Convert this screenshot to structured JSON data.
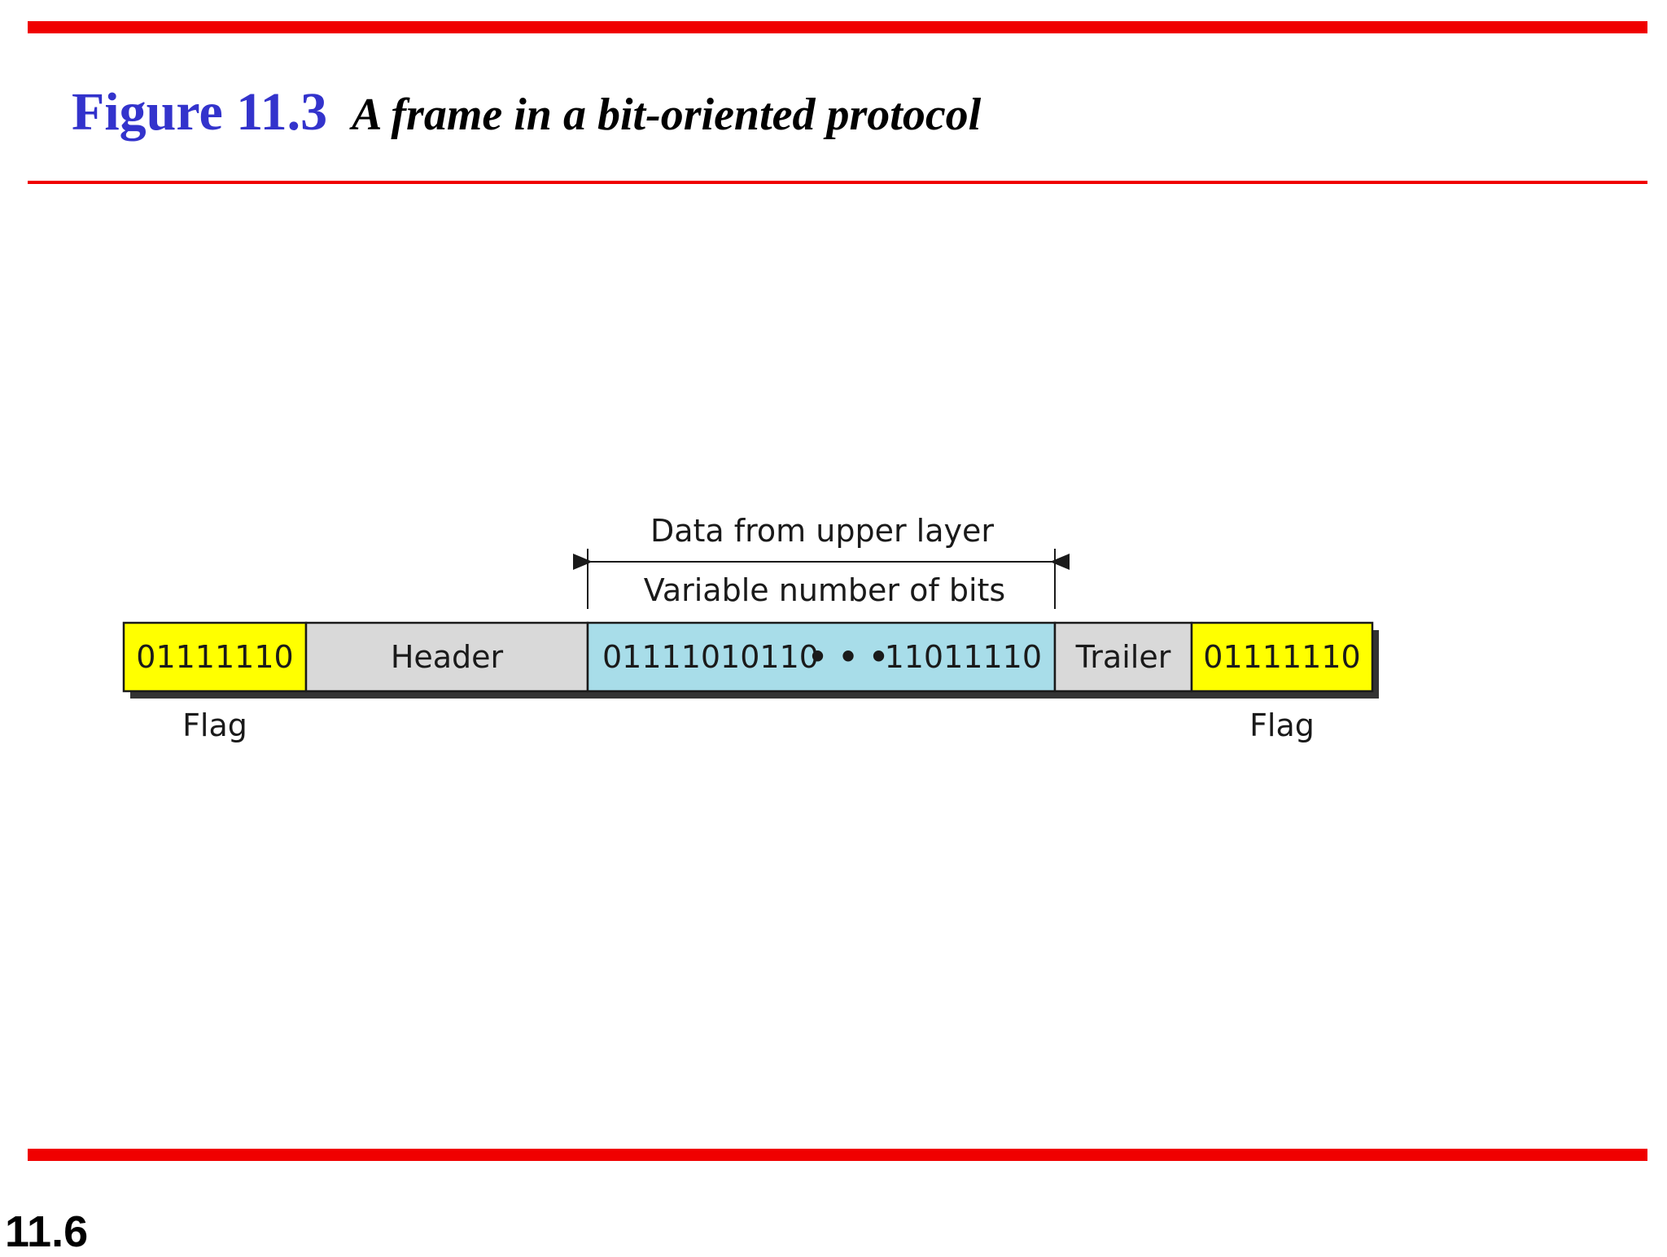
{
  "slide": {
    "figure_number": "Figure 11.3",
    "figure_caption": "A frame in a bit-oriented protocol",
    "page_number": "11.6"
  },
  "diagram": {
    "span_label_top": "Data from upper layer",
    "span_label_bottom": "Variable number of bits",
    "fields": [
      {
        "label": "01111110",
        "color": "#ffff00"
      },
      {
        "label": "Header",
        "color": "#d9d9d9"
      },
      {
        "label_start": "01111010110",
        "ellipsis": "• • •",
        "label_end": "11011110",
        "color": "#a8dde9"
      },
      {
        "label": "Trailer",
        "color": "#d9d9d9"
      },
      {
        "label": "01111110",
        "color": "#ffff00"
      }
    ],
    "flag_label_left": "Flag",
    "flag_label_right": "Flag"
  },
  "colors": {
    "rule": "#f00000",
    "figure_number": "#3333cc",
    "shadow": "#333333"
  }
}
